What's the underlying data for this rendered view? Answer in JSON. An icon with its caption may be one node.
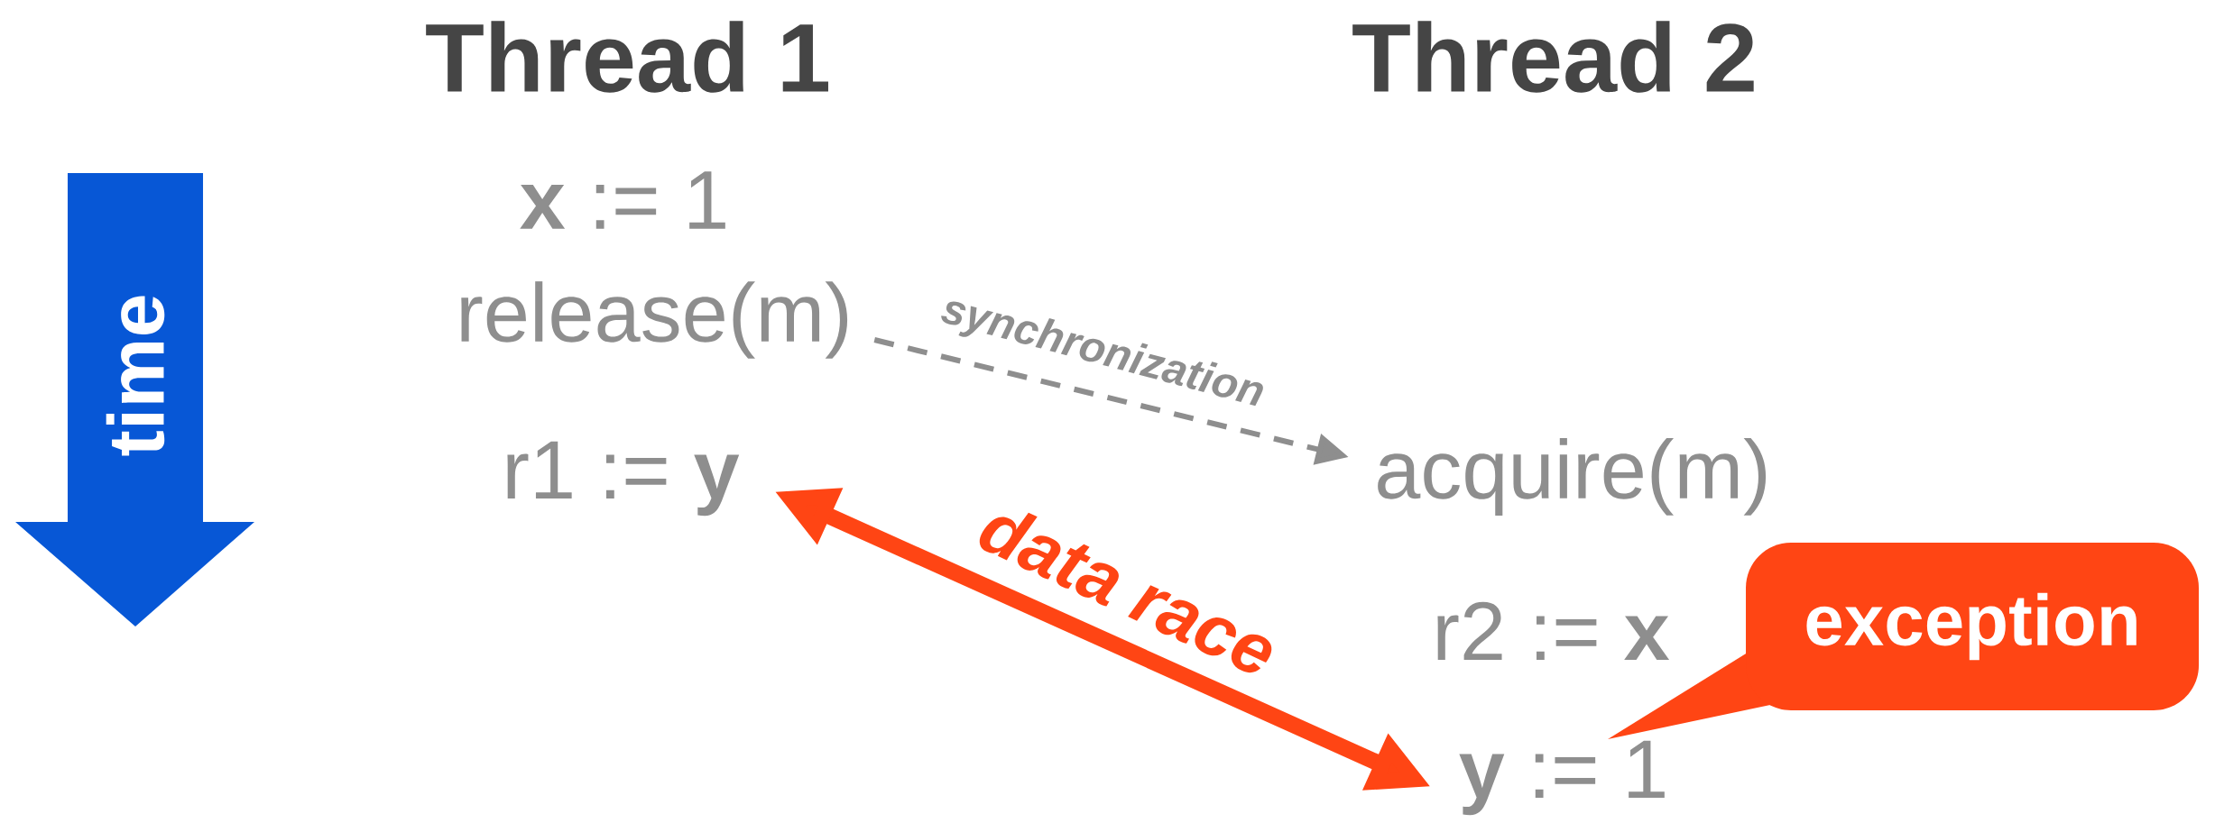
{
  "diagram": {
    "nodes": [
      {
        "text": [
          "time"
        ]
      },
      {
        "text": [
          "**x** := 1"
        ]
      },
      {
        "text": [
          "release(m)"
        ]
      },
      {
        "text": [
          "r1 := **y**"
        ]
      },
      {
        "text": [
          "acquire(m)"
        ]
      },
      {
        "text": [
          "r2 := **x**"
        ]
      },
      {
        "text": [
          "exception"
        ]
      },
      {
        "text": [
          "**y** := 1"
        ]
      }
    ],
    "edges": [
      {
        "from": 2,
        "to": 4,
        "arrow": "to",
        "label": "synchronization",
        "style": "dashed",
        "color": "#8e8e8e"
      },
      {
        "from": 3,
        "to": 7,
        "arrow": "both",
        "label": "data race",
        "style": "thick",
        "color": "#ff4514"
      }
    ],
    "labels": [
      "Thread 1",
      "Thread 2"
    ]
  }
}
